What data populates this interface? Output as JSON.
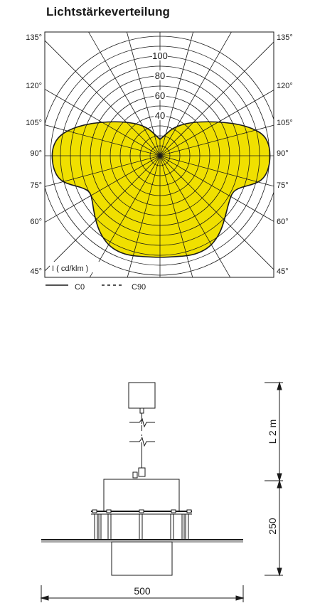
{
  "title": "Lichtstärkeverteilung",
  "polar_diagram": {
    "angle_labels_left": [
      "135°",
      "120°",
      "105°",
      "90°",
      "75°",
      "60°",
      "45°"
    ],
    "angle_labels_right": [
      "135°",
      "120°",
      "105°",
      "90°",
      "75°",
      "60°",
      "45°"
    ],
    "radial_labels": [
      "100",
      "80",
      "60",
      "40"
    ],
    "unit_label": "I ( cd/klm )",
    "legend": [
      {
        "label": "C0",
        "style": "solid"
      },
      {
        "label": "C90",
        "style": "dashed"
      }
    ],
    "fill_color": "#f0e000"
  },
  "dimension_drawing": {
    "length_label": "L 2 m",
    "height_label": "250",
    "width_label": "500"
  }
}
